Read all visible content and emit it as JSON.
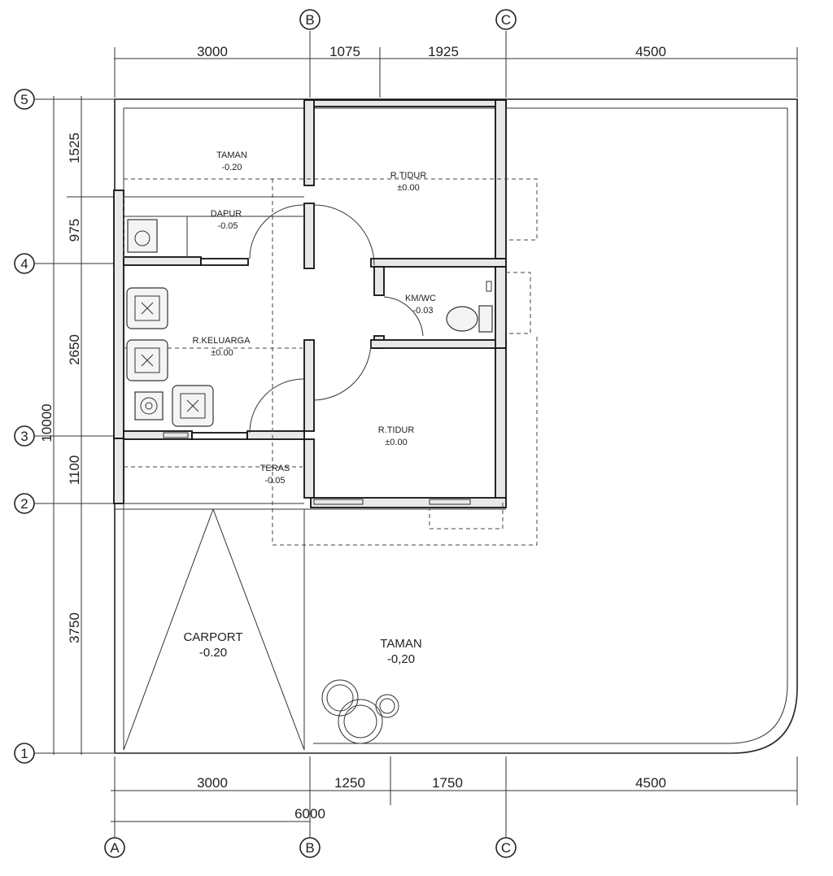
{
  "grid_columns": {
    "b_top": "B",
    "c_top": "C",
    "a_bottom": "A",
    "b_bottom": "B",
    "c_bottom": "C"
  },
  "grid_rows": {
    "r5": "5",
    "r4": "4",
    "r3": "3",
    "r2": "2",
    "r1": "1"
  },
  "dims_top": [
    "3000",
    "1075",
    "1925",
    "4500"
  ],
  "dims_bottom": [
    "3000",
    "1250",
    "1750",
    "4500"
  ],
  "dim_bottom_total": "6000",
  "dims_left": [
    "1525",
    "975",
    "2650",
    "1100",
    "3750"
  ],
  "dim_left_total": "10000",
  "rooms": {
    "taman_top": {
      "name": "TAMAN",
      "level": "-0.20"
    },
    "dapur": {
      "name": "DAPUR",
      "level": "-0.05"
    },
    "tidur1": {
      "name": "R.TIDUR",
      "level": "±0.00"
    },
    "kmwc": {
      "name": "KM/WC",
      "level": "-0.03"
    },
    "keluarga": {
      "name": "R.KELUARGA",
      "level": "±0.00"
    },
    "tidur2": {
      "name": "R.TIDUR",
      "level": "±0.00"
    },
    "teras": {
      "name": "TERAS",
      "level": "-0.05"
    },
    "carport": {
      "name": "CARPORT",
      "level": "-0.20"
    },
    "taman_big": {
      "name": "TAMAN",
      "level": "-0,20"
    }
  }
}
